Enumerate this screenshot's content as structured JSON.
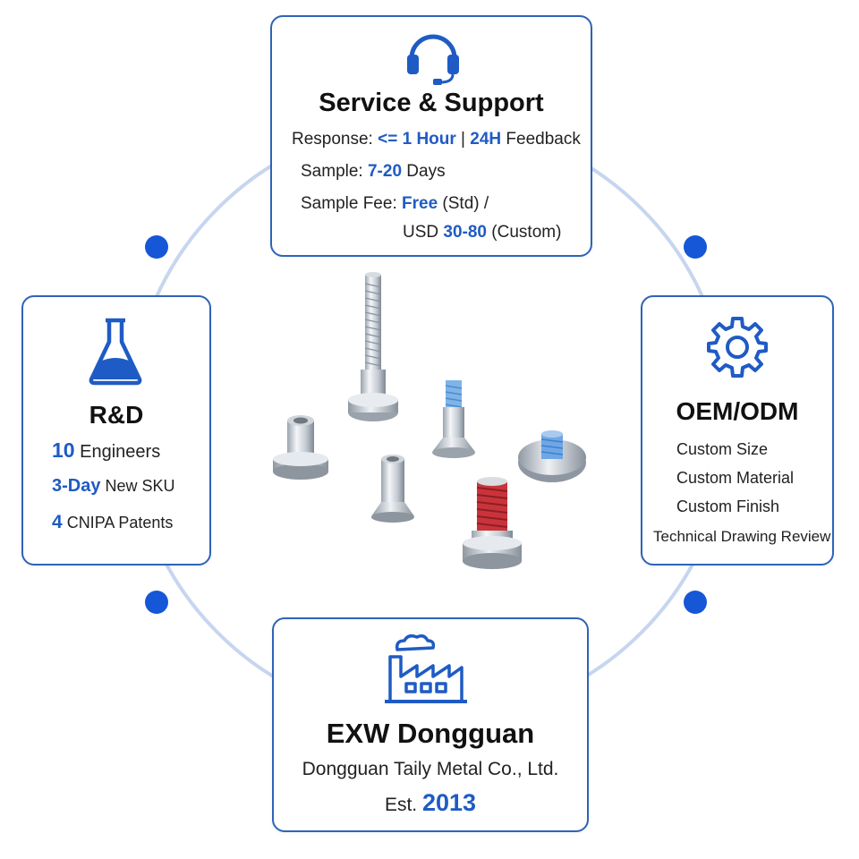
{
  "colors": {
    "accent": "#1f5bc4",
    "border": "#2f63b8",
    "dot": "#1557d6",
    "ring": "#c6d6ef"
  },
  "service": {
    "icon": "headset-icon",
    "title": "Service & Support",
    "response_label": "Response:",
    "response_value": "<= 1 Hour",
    "response_sep": " | ",
    "response_feedback_value": "24H",
    "response_feedback_text": " Feedback",
    "sample_label": "Sample:",
    "sample_value": "7-20",
    "sample_unit": " Days",
    "fee_label": "Sample Fee:",
    "fee_free": "Free",
    "fee_std": " (Std) /",
    "fee_currency": "USD ",
    "fee_range": "30-80",
    "fee_custom": " (Custom)"
  },
  "rd": {
    "icon": "flask-icon",
    "title": "R&D",
    "engineers_value": "10",
    "engineers_text": " Engineers",
    "sku_value": "3-Day",
    "sku_text": " New SKU",
    "patents_value": "4",
    "patents_text": " CNIPA Patents"
  },
  "oem": {
    "icon": "gear-icon",
    "title": "OEM/ODM",
    "items": [
      "Custom Size",
      "Custom Material",
      "Custom Finish",
      "Technical Drawing Review"
    ]
  },
  "exw": {
    "icon": "factory-icon",
    "title": "EXW Dongguan",
    "company": "Dongguan Taily Metal Co., Ltd.",
    "est_label": "Est. ",
    "est_year": "2013"
  }
}
